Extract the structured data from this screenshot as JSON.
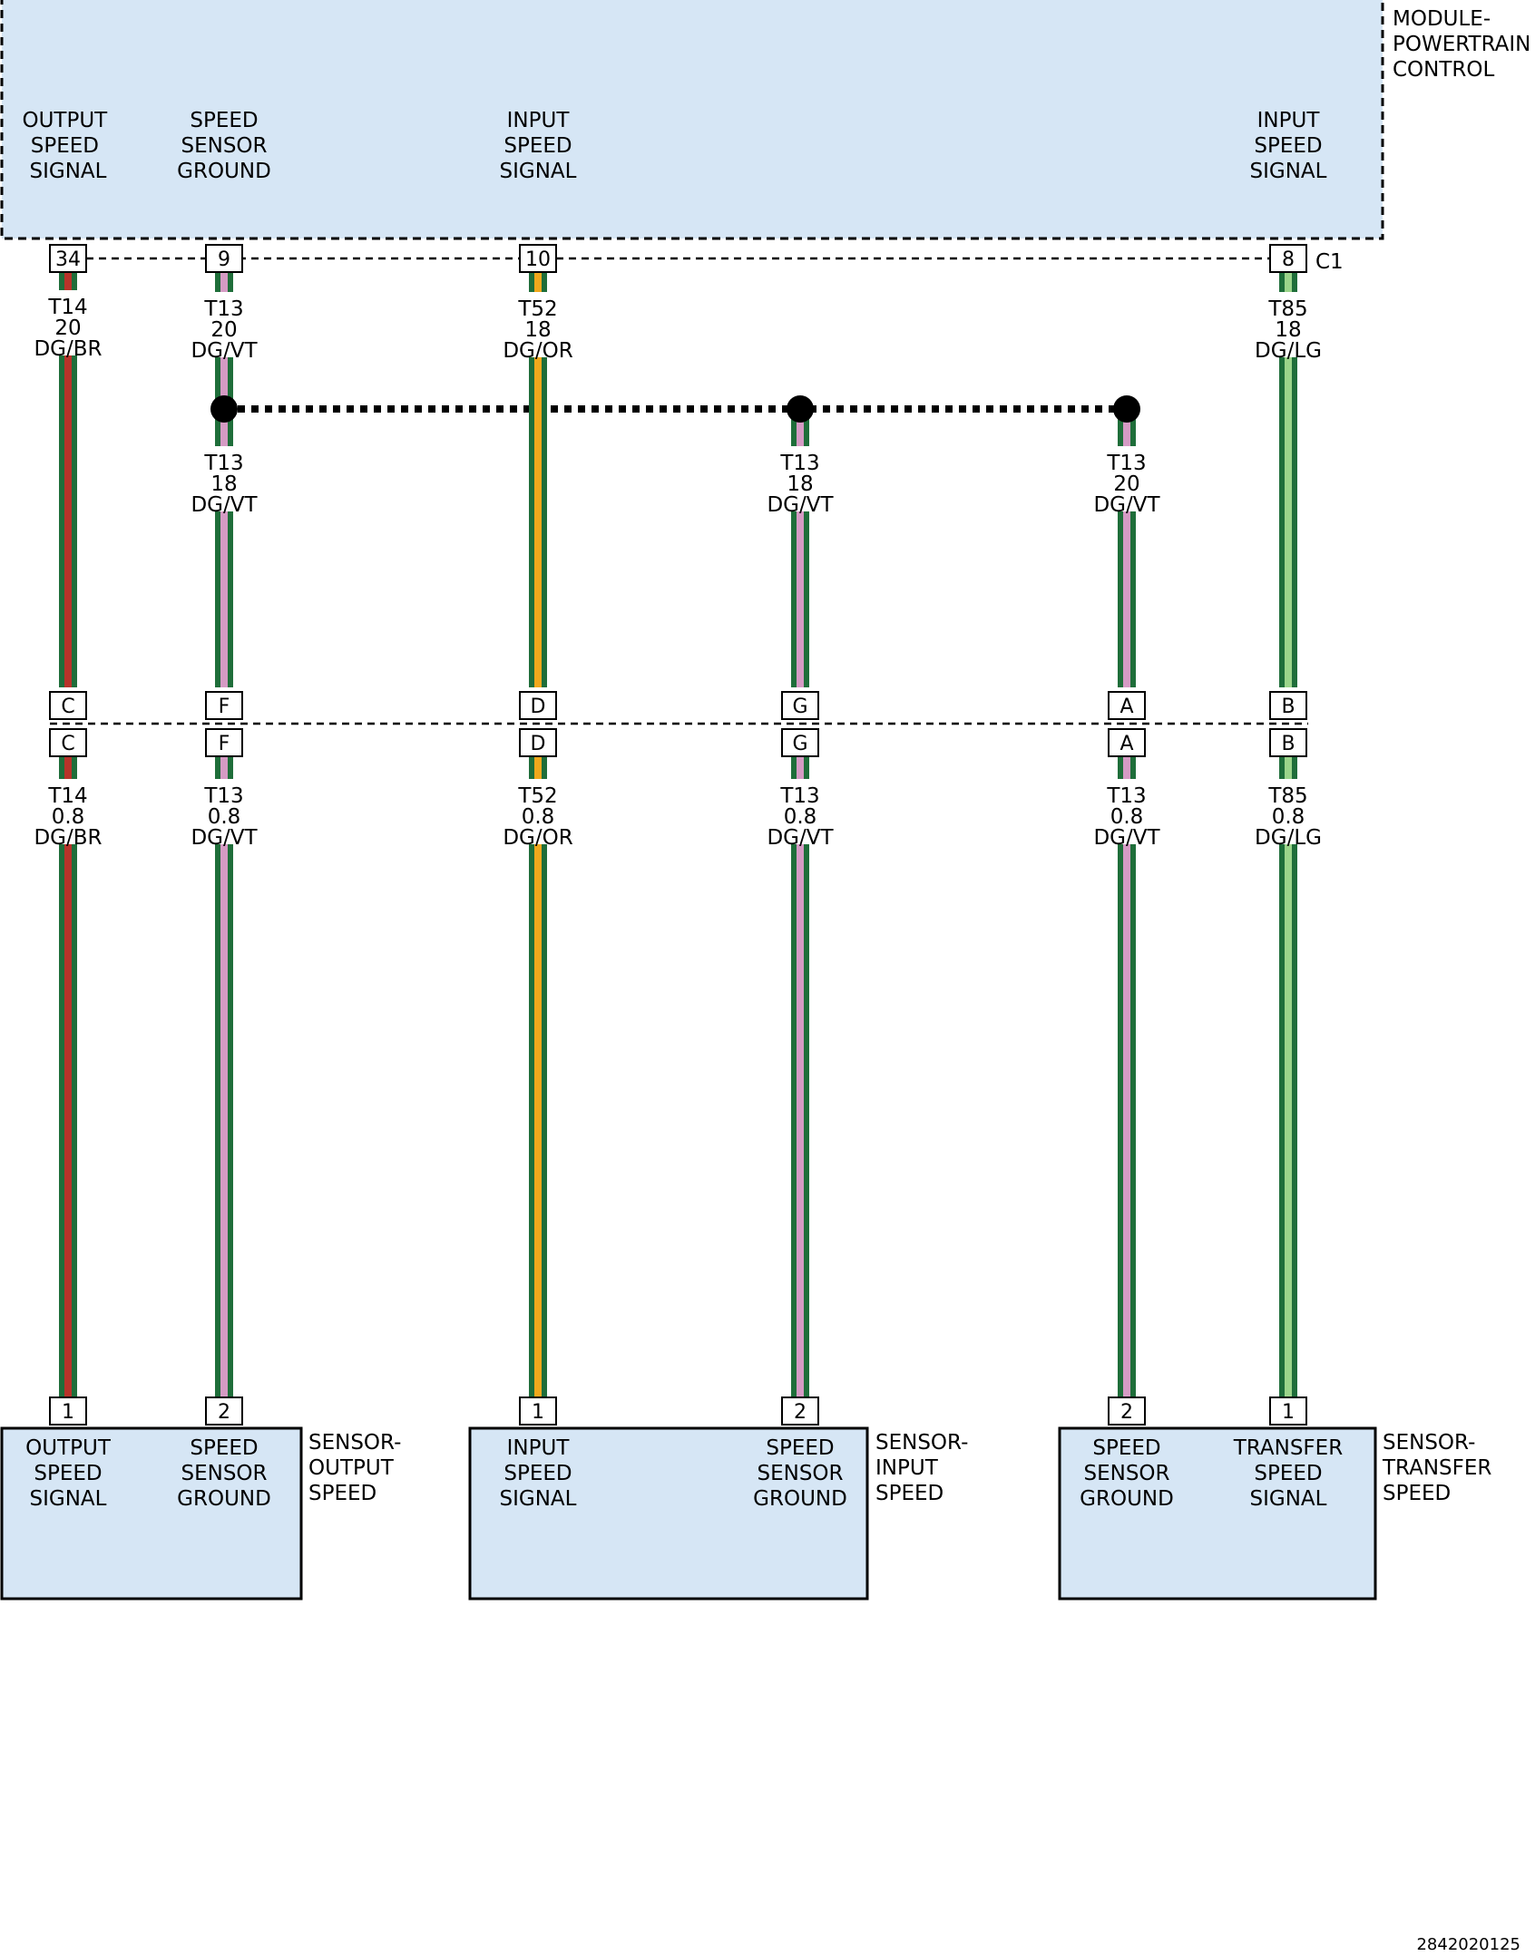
{
  "colors": {
    "module_fill": "#d6e6f5",
    "DG": "#1f6e3a",
    "BR": "#b8332a",
    "VT": "#d59bc4",
    "OR": "#f0a81c",
    "LG": "#9bd48a"
  },
  "pcm": {
    "name_lines": [
      "MODULE-",
      "POWERTRAIN",
      "CONTROL"
    ],
    "connector": "C1",
    "pin_labels": [
      [
        "OUTPUT",
        "SPEED",
        "SIGNAL"
      ],
      [
        "SPEED",
        "SENSOR",
        "GROUND"
      ],
      [
        "INPUT",
        "SPEED",
        "SIGNAL"
      ],
      [
        "INPUT",
        "SPEED",
        "SIGNAL"
      ]
    ],
    "pins": [
      "34",
      "9",
      "10",
      "8"
    ]
  },
  "wires_upper": [
    {
      "circuit": "T14",
      "gauge": "20",
      "color": "DG/BR"
    },
    {
      "circuit": "T13",
      "gauge": "20",
      "color": "DG/VT"
    },
    {
      "circuit": "T52",
      "gauge": "18",
      "color": "DG/OR"
    },
    {
      "circuit": "T85",
      "gauge": "18",
      "color": "DG/LG"
    }
  ],
  "splice_branches": [
    {
      "circuit": "T13",
      "gauge": "18",
      "color": "DG/VT"
    },
    {
      "circuit": "T13",
      "gauge": "18",
      "color": "DG/VT"
    },
    {
      "circuit": "T13",
      "gauge": "20",
      "color": "DG/VT"
    }
  ],
  "inline_connector": {
    "pins": [
      "C",
      "F",
      "D",
      "G",
      "A",
      "B"
    ]
  },
  "wires_lower": [
    {
      "circuit": "T14",
      "gauge": "0.8",
      "color": "DG/BR"
    },
    {
      "circuit": "T13",
      "gauge": "0.8",
      "color": "DG/VT"
    },
    {
      "circuit": "T52",
      "gauge": "0.8",
      "color": "DG/OR"
    },
    {
      "circuit": "T13",
      "gauge": "0.8",
      "color": "DG/VT"
    },
    {
      "circuit": "T13",
      "gauge": "0.8",
      "color": "DG/VT"
    },
    {
      "circuit": "T85",
      "gauge": "0.8",
      "color": "DG/LG"
    }
  ],
  "sensors": [
    {
      "name_lines": [
        "SENSOR-",
        "OUTPUT",
        "SPEED"
      ],
      "pins": [
        "1",
        "2"
      ],
      "pin_labels": [
        [
          "OUTPUT",
          "SPEED",
          "SIGNAL"
        ],
        [
          "SPEED",
          "SENSOR",
          "GROUND"
        ]
      ]
    },
    {
      "name_lines": [
        "SENSOR-",
        "INPUT",
        "SPEED"
      ],
      "pins": [
        "1",
        "2"
      ],
      "pin_labels": [
        [
          "INPUT",
          "SPEED",
          "SIGNAL"
        ],
        [
          "SPEED",
          "SENSOR",
          "GROUND"
        ]
      ]
    },
    {
      "name_lines": [
        "SENSOR-",
        "TRANSFER",
        "SPEED"
      ],
      "pins": [
        "2",
        "1"
      ],
      "pin_labels": [
        [
          "SPEED",
          "SENSOR",
          "GROUND"
        ],
        [
          "TRANSFER",
          "SPEED",
          "SIGNAL"
        ]
      ]
    }
  ],
  "figure_id": "2842020125"
}
